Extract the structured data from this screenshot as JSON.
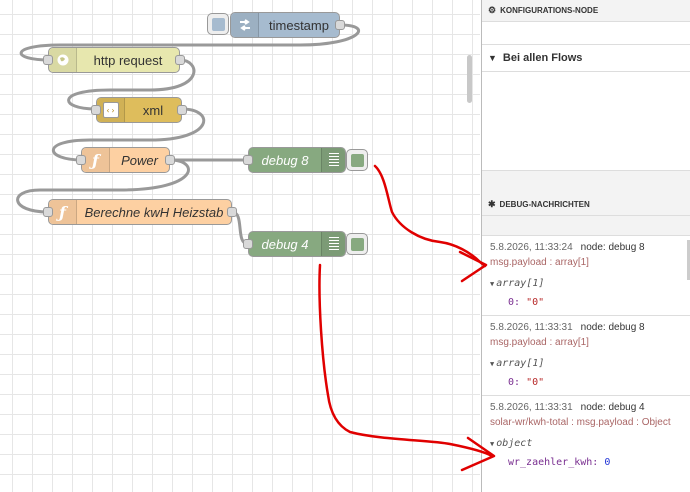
{
  "flow": {
    "nodes": {
      "inject": {
        "label": "timestamp",
        "icon": "arrow-right-icon"
      },
      "http": {
        "label": "http request",
        "icon": "globe-icon"
      },
      "xml": {
        "label": "xml",
        "icon": "code-brackets-icon"
      },
      "power": {
        "label": "Power",
        "icon": "function-icon"
      },
      "calc": {
        "label": "Berechne kwH Heizstab",
        "icon": "function-icon"
      },
      "debug8": {
        "label": "debug 8",
        "icon": "debug-lines-icon"
      },
      "debug4": {
        "label": "debug 4",
        "icon": "debug-lines-icon"
      }
    }
  },
  "sidebar": {
    "config": {
      "header": "KONFIGURATIONS-NODE",
      "section": "Bei allen Flows"
    },
    "debug": {
      "header": "DEBUG-NACHRICHTEN",
      "messages": [
        {
          "time": "5.8.2026, 11:33:24",
          "node": "node: debug 8",
          "topic": "msg.payload : array[1]",
          "tree_head": "array[1]",
          "key": "0:",
          "value": "\"0\""
        },
        {
          "time": "5.8.2026, 11:33:31",
          "node": "node: debug 8",
          "topic": "msg.payload : array[1]",
          "tree_head": "array[1]",
          "key": "0:",
          "value": "\"0\""
        },
        {
          "time": "5.8.2026, 11:33:31",
          "node": "node: debug 4",
          "topic": "solar-wr/kwh-total : msg.payload : Object",
          "tree_head": "object",
          "key": "wr_zaehler_kwh:",
          "value": "0"
        }
      ]
    }
  },
  "colors": {
    "inject": "#a6bbcf",
    "http": "#e7e7ae",
    "xml": "#debd5c",
    "function": "#fdd0a2",
    "debug": "#87a980",
    "annotation": "#e00000"
  }
}
